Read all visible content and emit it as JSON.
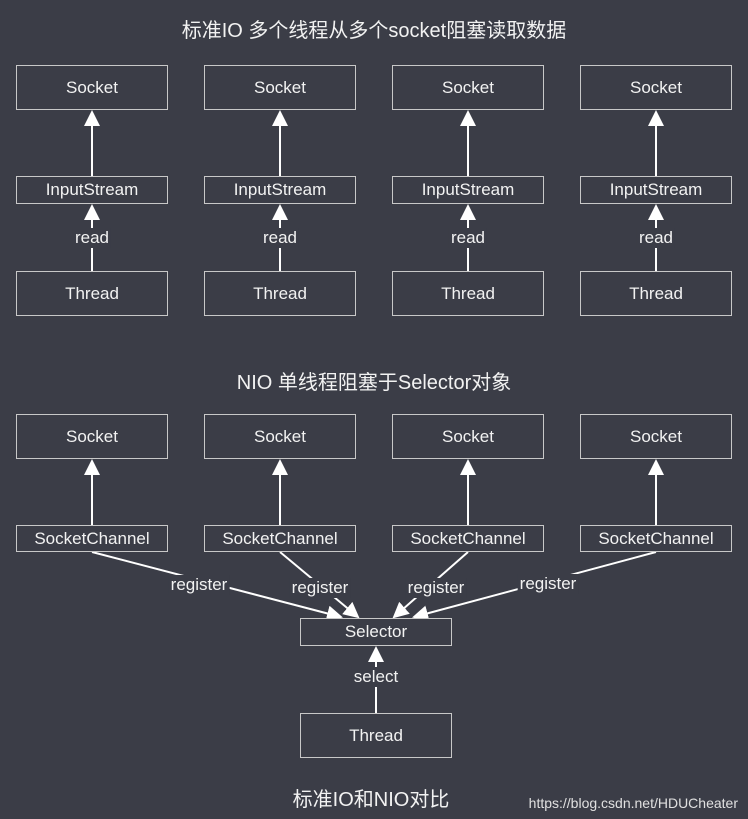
{
  "titles": {
    "io": "标准IO 多个线程从多个socket阻塞读取数据",
    "nio": "NIO 单线程阻塞于Selector对象",
    "caption": "标准IO和NIO对比"
  },
  "io": {
    "socket": "Socket",
    "stream": "InputStream",
    "edge": "read",
    "thread": "Thread"
  },
  "nio": {
    "socket": "Socket",
    "channel": "SocketChannel",
    "edge": "register",
    "selector": "Selector",
    "select_edge": "select",
    "thread": "Thread"
  },
  "watermark": "https://blog.csdn.net/HDUCheater",
  "colors": {
    "background": "#3b3d47",
    "line": "#ffffff"
  }
}
